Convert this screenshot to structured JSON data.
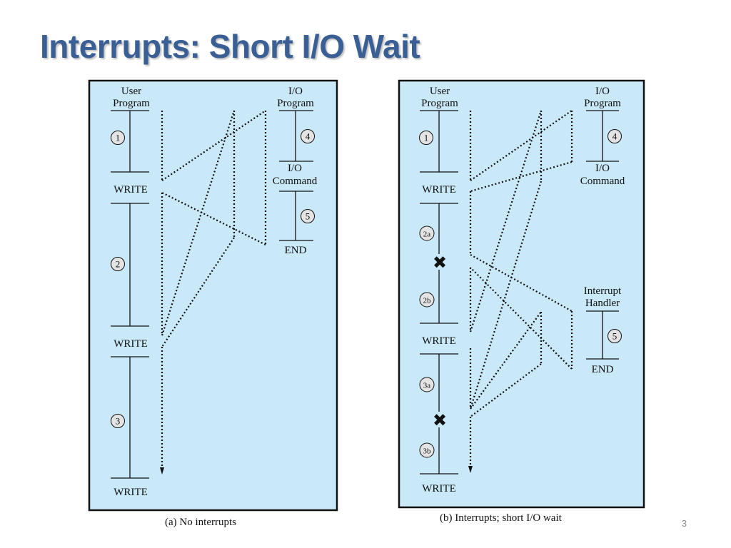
{
  "slide": {
    "title": "Interrupts: Short I/O Wait",
    "page_number": "3",
    "colors": {
      "title": "#3a5f95",
      "panel_fill": "#c9e8f8",
      "panel_border": "#111111"
    }
  },
  "panel_a": {
    "caption": "(a) No interrupts",
    "user_program": [
      "User",
      "Program"
    ],
    "io_program": [
      "I/O",
      "Program"
    ],
    "io_command": [
      "I/O",
      "Command"
    ],
    "end": "END",
    "write": "WRITE",
    "steps": [
      "1",
      "2",
      "3",
      "4",
      "5"
    ]
  },
  "panel_b": {
    "caption": "(b) Interrupts; short I/O wait",
    "user_program": [
      "User",
      "Program"
    ],
    "io_program": [
      "I/O",
      "Program"
    ],
    "io_command": [
      "I/O",
      "Command"
    ],
    "interrupt_handler": [
      "Interrupt",
      "Handler"
    ],
    "end": "END",
    "write": "WRITE",
    "steps": [
      "1",
      "2a",
      "2b",
      "3a",
      "3b",
      "4",
      "5"
    ],
    "interrupt_mark": "✖"
  }
}
